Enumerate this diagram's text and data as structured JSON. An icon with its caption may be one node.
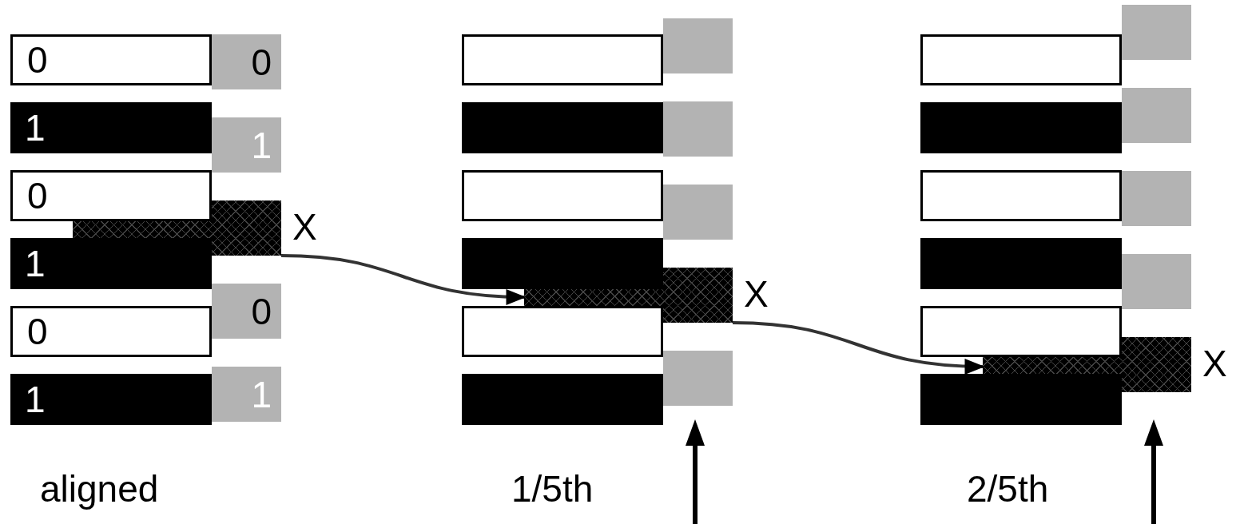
{
  "diagram": {
    "nodes": [
      {
        "text": [
          "0"
        ]
      },
      {
        "text": [
          "1"
        ]
      },
      {
        "text": [
          "0"
        ]
      },
      {
        "text": [
          "1"
        ]
      },
      {
        "text": [
          "0"
        ]
      },
      {
        "text": [
          "1"
        ]
      },
      {
        "text": [
          "0"
        ]
      },
      {
        "text": [
          "1"
        ]
      },
      {
        "text": [],
        "shape": "bar",
        "beside": [
          "X"
        ]
      },
      {
        "text": [
          "0"
        ]
      },
      {
        "text": [
          "1"
        ]
      },
      {
        "text": [],
        "shape": "box"
      },
      {
        "text": [],
        "shape": "bar"
      },
      {
        "text": [],
        "shape": "box"
      },
      {
        "text": [],
        "shape": "bar"
      },
      {
        "text": [],
        "shape": "box"
      },
      {
        "text": [],
        "shape": "bar"
      },
      {
        "text": [],
        "shape": "bar"
      },
      {
        "text": [],
        "shape": "bar"
      },
      {
        "text": [],
        "shape": "bar"
      },
      {
        "text": [],
        "shape": "bar",
        "beside": [
          "X"
        ]
      },
      {
        "text": [],
        "shape": "bar"
      },
      {
        "text": [],
        "shape": "box"
      },
      {
        "text": [],
        "shape": "bar"
      },
      {
        "text": [],
        "shape": "box"
      },
      {
        "text": [],
        "shape": "bar"
      },
      {
        "text": [],
        "shape": "box"
      },
      {
        "text": [],
        "shape": "bar"
      },
      {
        "text": [],
        "shape": "bar"
      },
      {
        "text": [],
        "shape": "bar"
      },
      {
        "text": [],
        "shape": "bar"
      },
      {
        "text": [],
        "shape": "bar"
      },
      {
        "text": [],
        "shape": "bar",
        "beside": [
          "X"
        ]
      }
    ],
    "edges": [
      {
        "from": 8,
        "to": 20,
        "arrow": "to"
      },
      {
        "from": 20,
        "to": 32,
        "arrow": "to"
      }
    ],
    "labels": [
      "aligned",
      "1/5th",
      "2/5th"
    ]
  }
}
